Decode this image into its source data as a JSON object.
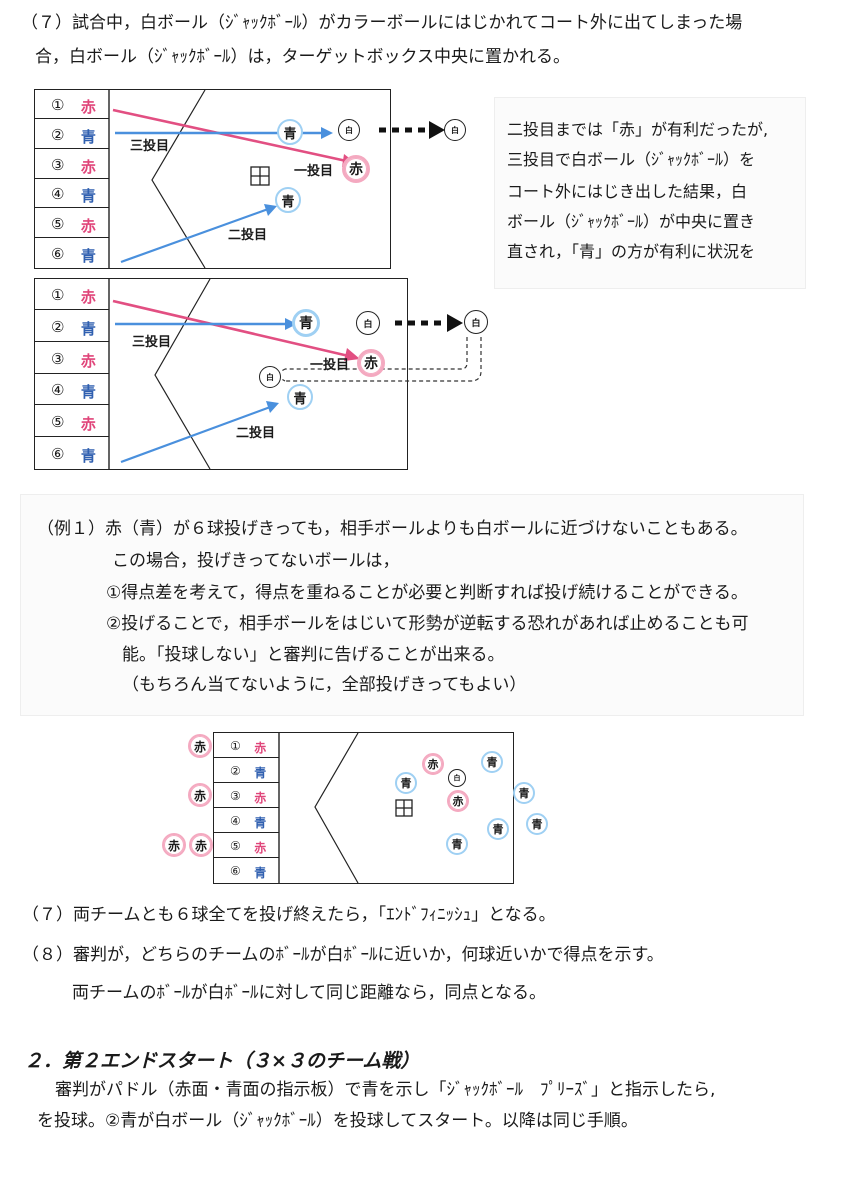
{
  "para7": {
    "line1": "（７）試合中，白ボール（ｼﾞｬｯｸﾎﾞｰﾙ）がカラーボールにはじかれてコート外に出てしまった場",
    "line2": "合，白ボール（ｼﾞｬｯｸﾎﾞｰﾙ）は，ターゲットボックス中央に置かれる。"
  },
  "throw_boxes": [
    {
      "num": "①",
      "color": "赤"
    },
    {
      "num": "②",
      "color": "青"
    },
    {
      "num": "③",
      "color": "赤"
    },
    {
      "num": "④",
      "color": "青"
    },
    {
      "num": "⑤",
      "color": "赤"
    },
    {
      "num": "⑥",
      "color": "青"
    }
  ],
  "balls": {
    "red": "赤",
    "blue": "青",
    "white": "白"
  },
  "labels": {
    "third_throw": "三投目",
    "first_throw": "一投目",
    "second_throw": "二投目"
  },
  "side_note": [
    "二投目までは「赤」が有利だったが,",
    "三投目で白ボール（ｼﾞｬｯｸﾎﾞｰﾙ）を",
    "コート外にはじき出した結果，白",
    "ボール（ｼﾞｬｯｸﾎﾞｰﾙ）が中央に置き",
    "直され，「青」の方が有利に状況を"
  ],
  "example": {
    "line1": "（例１）赤（青）が６球投げきっても，相手ボールよりも白ボールに近づけないこともある。",
    "line2": "この場合，投げきってないボールは，",
    "line3": "①得点差を考えて，得点を重ねることが必要と判断すれば投げ続けることができる。",
    "line4": "②投げることで，相手ボールをはじいて形勢が逆転する恐れがあれば止めることも可",
    "line5": "能。「投球しない」と審判に告げることが出来る。",
    "line6": "（もちろん当てないように，全部投げきってもよい）"
  },
  "rules": {
    "r7": "（７）両チームとも６球全てを投げ終えたら，「ｴﾝﾄﾞﾌｨﾆｯｼｭ」となる。",
    "r8a": "（８）審判が，どちらのチームのﾎﾞｰﾙが白ﾎﾞｰﾙに近いか，何球近いかで得点を示す。",
    "r8b": "両チームのﾎﾞｰﾙが白ﾎﾞｰﾙに対して同じ距離なら，同点となる。"
  },
  "section2": {
    "title": "２．第２エンドスタート（３×３のチーム戦）",
    "line1": "審判がパドル（赤面・青面の指示板）で青を示し「ｼﾞｬｯｸﾎﾞｰﾙ　ﾌﾟﾘｰｽﾞ」と指示したら,",
    "line2": "を投球。②青が白ボール（ｼﾞｬｯｸﾎﾞｰﾙ）を投球してスタート。以降は同じ手順。"
  },
  "colors": {
    "red": "#e0457a",
    "blue": "#2f5fb0",
    "red_ball_fill": "#f4a9c0",
    "blue_ball_fill": "#9fd0f3",
    "red_arrow": "#e24f82",
    "blue_arrow": "#4a90dd"
  }
}
